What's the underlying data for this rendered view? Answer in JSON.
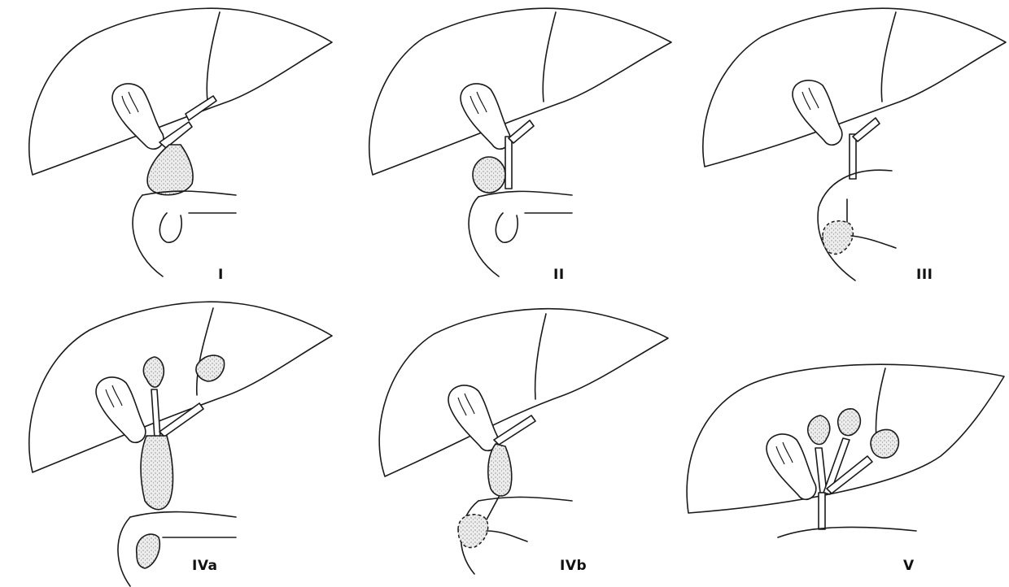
{
  "figure": {
    "panels": [
      {
        "id": "type-1",
        "label": "I"
      },
      {
        "id": "type-2",
        "label": "II"
      },
      {
        "id": "type-3",
        "label": "III"
      },
      {
        "id": "type-4a",
        "label": "IVa"
      },
      {
        "id": "type-4b",
        "label": "IVb"
      },
      {
        "id": "type-5",
        "label": "V"
      }
    ]
  },
  "style": {
    "line_color": "#1a1a1a",
    "stipple_color": "#8a8a8a",
    "background": "#ffffff"
  }
}
